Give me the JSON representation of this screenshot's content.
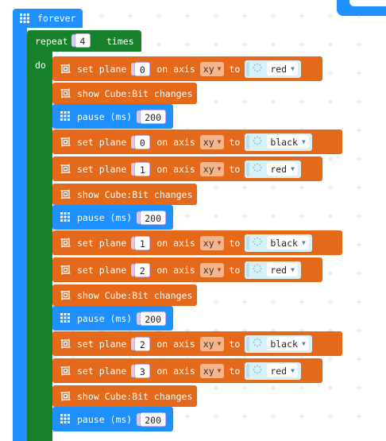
{
  "forever_label": "forever",
  "repeat": {
    "label": "repeat",
    "count": "4",
    "suffix": "times",
    "do_label": "do"
  },
  "labels": {
    "set_plane": "set plane",
    "on_axis": "on axis",
    "to": "to",
    "show": "show Cube:Bit changes",
    "pause": "pause (ms)"
  },
  "blocks": [
    {
      "type": "set",
      "plane": "0",
      "axis": "xy",
      "color": "red"
    },
    {
      "type": "show"
    },
    {
      "type": "pause",
      "ms": "200"
    },
    {
      "type": "set",
      "plane": "0",
      "axis": "xy",
      "color": "black"
    },
    {
      "type": "set",
      "plane": "1",
      "axis": "xy",
      "color": "red"
    },
    {
      "type": "show"
    },
    {
      "type": "pause",
      "ms": "200"
    },
    {
      "type": "set",
      "plane": "1",
      "axis": "xy",
      "color": "black"
    },
    {
      "type": "set",
      "plane": "2",
      "axis": "xy",
      "color": "red"
    },
    {
      "type": "show"
    },
    {
      "type": "pause",
      "ms": "200"
    },
    {
      "type": "set",
      "plane": "2",
      "axis": "xy",
      "color": "black"
    },
    {
      "type": "set",
      "plane": "3",
      "axis": "xy",
      "color": "red"
    },
    {
      "type": "show"
    },
    {
      "type": "pause",
      "ms": "200"
    }
  ],
  "colors": {
    "forever": "#1e90ff",
    "repeat": "#16802a",
    "cubebit": "#e5691a",
    "basic": "#1e90ff"
  }
}
